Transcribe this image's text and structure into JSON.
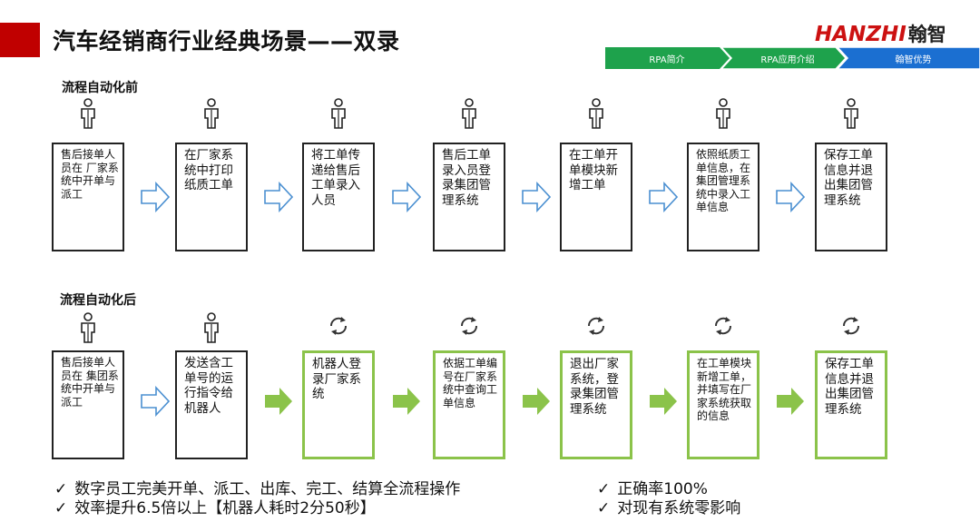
{
  "title": "汽车经销商行业经典场景——双录",
  "logo": {
    "brand": "HANZHI",
    "cn": "翰智"
  },
  "nav": {
    "items": [
      "RPA简介",
      "RPA应用介绍",
      "翰智优势"
    ]
  },
  "colors": {
    "accent": "#c00000",
    "brand": "#cc1111",
    "nav_green": "#1ea24c",
    "nav_blue": "#1b6fd1",
    "robot_green": "#8bc34a",
    "hollow_arrow": "#4a8fd1"
  },
  "before": {
    "label": "流程自动化前",
    "steps": [
      {
        "icon": "person-icon",
        "text": "售后接单人员在 厂家系统中开单与派工"
      },
      {
        "icon": "person-icon",
        "text": "在厂家系统中打印纸质工单"
      },
      {
        "icon": "person-icon",
        "text": "将工单传递给售后工单录入人员"
      },
      {
        "icon": "person-icon",
        "text": "售后工单录入员登录集团管理系统"
      },
      {
        "icon": "person-icon",
        "text": "在工单开单模块新增工单"
      },
      {
        "icon": "person-icon",
        "text": "依照纸质工单信息，在集团管理系统中录入工单信息"
      },
      {
        "icon": "person-icon",
        "text": "保存工单信息并退出集团管理系统"
      }
    ]
  },
  "after": {
    "label": "流程自动化后",
    "steps": [
      {
        "icon": "person-icon",
        "text": "售后接单人员在 集团系统中开单与派工"
      },
      {
        "icon": "person-icon",
        "text": "发送含工单号的运行指令给机器人"
      },
      {
        "icon": "robot-cycle-icon",
        "text": "机器人登录厂家系统"
      },
      {
        "icon": "robot-cycle-icon",
        "text": "依据工单编号在厂家系统中查询工单信息"
      },
      {
        "icon": "robot-cycle-icon",
        "text": "退出厂家系统，登录集团管理系统"
      },
      {
        "icon": "robot-cycle-icon",
        "text": "在工单模块新增工单，并填写在厂家系统获取的信息"
      },
      {
        "icon": "robot-cycle-icon",
        "text": "保存工单信息并退出集团管理系统"
      }
    ]
  },
  "checks": {
    "mark": "✓",
    "left": [
      "数字员工完美开单、派工、出库、完工、结算全流程操作",
      "效率提升6.5倍以上【机器人耗时2分50秒】"
    ],
    "right": [
      "正确率100%",
      "对现有系统零影响"
    ]
  }
}
